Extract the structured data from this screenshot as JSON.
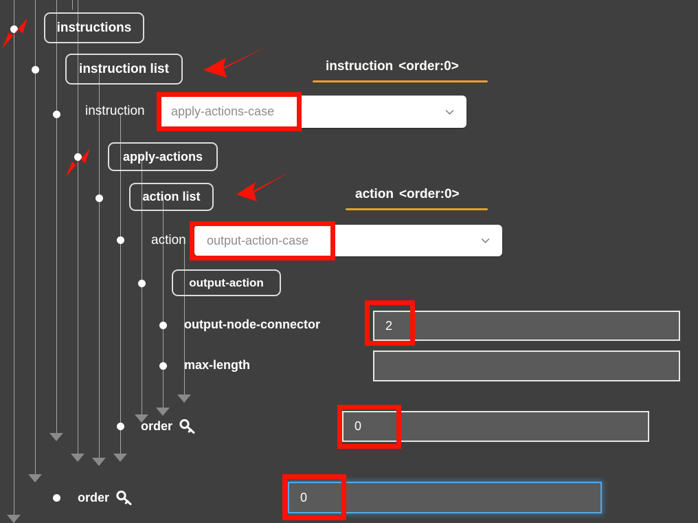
{
  "theme": {
    "background": "#3f3f3f",
    "accent_underline": "#f0a020",
    "annotation": "#fa1205",
    "focus_ring": "#55a8e8",
    "input_fill": "#5a5a5a",
    "input_border": "#e6e6e6"
  },
  "tree": {
    "nodes": [
      {
        "label": "instructions",
        "kind": "chip"
      },
      {
        "label": "instruction list",
        "kind": "chip"
      },
      {
        "label": "apply-actions",
        "kind": "chip"
      },
      {
        "label": "action list",
        "kind": "chip"
      },
      {
        "label": "output-action",
        "kind": "chip"
      }
    ]
  },
  "sections": [
    {
      "name": "instruction",
      "order": "<order:0>"
    },
    {
      "name": "action",
      "order": "<order:0>"
    }
  ],
  "fields": [
    {
      "label": "instruction",
      "control": "select",
      "value": "",
      "placeholder": "apply-actions-case",
      "highlighted": true
    },
    {
      "label": "action",
      "control": "select",
      "value": "",
      "placeholder": "output-action-case",
      "highlighted": true
    },
    {
      "label": "output-node-connector",
      "control": "text",
      "value": "2",
      "highlighted": true,
      "focused": false
    },
    {
      "label": "max-length",
      "control": "text",
      "value": "",
      "highlighted": false,
      "focused": false
    },
    {
      "label": "order",
      "icon": "key-icon",
      "control": "text",
      "value": "0",
      "highlighted": true,
      "focused": false
    },
    {
      "label": "order",
      "icon": "key-icon",
      "control": "text",
      "value": "0",
      "highlighted": true,
      "focused": true
    }
  ],
  "annotations": {
    "arrows": [
      {
        "name": "arrow-to-instructions-node",
        "direction": "up-right"
      },
      {
        "name": "arrow-to-instruction-list",
        "direction": "down-left"
      },
      {
        "name": "arrow-to-apply-actions-node",
        "direction": "up-right"
      },
      {
        "name": "arrow-to-action-list",
        "direction": "down-left"
      }
    ]
  }
}
